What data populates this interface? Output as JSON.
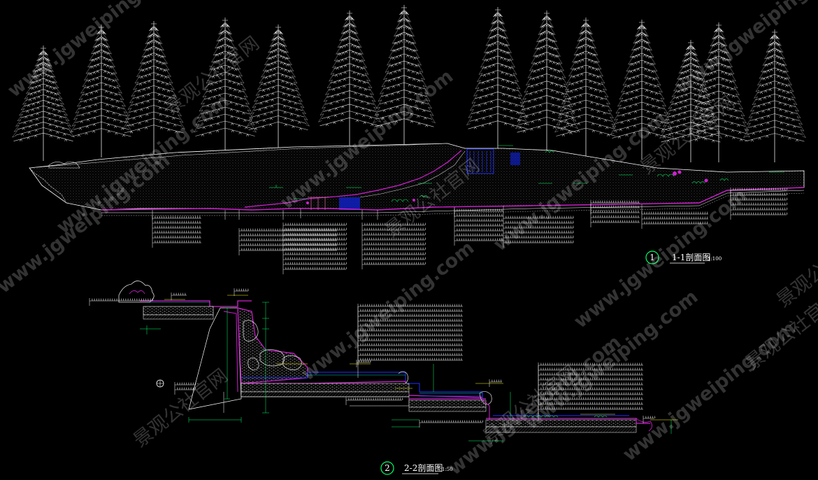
{
  "colors": {
    "background": "#000000",
    "line": "#ffffff",
    "accent_magenta": "#d020d0",
    "accent_green": "#00ff66",
    "accent_yellow": "#ffff00",
    "accent_blue": "#2030ff",
    "accent_cyan": "#00ffff"
  },
  "section1": {
    "number": "1",
    "title": "1-1剖面图",
    "scale": "1:100"
  },
  "section2": {
    "number": "2",
    "title": "2-2剖面图",
    "scale": "1:50"
  },
  "watermarks": {
    "url": "www.jgweiping.com",
    "cn": "景观公社官网"
  },
  "icons": [
    "tree-icon",
    "section-marker-icon"
  ]
}
